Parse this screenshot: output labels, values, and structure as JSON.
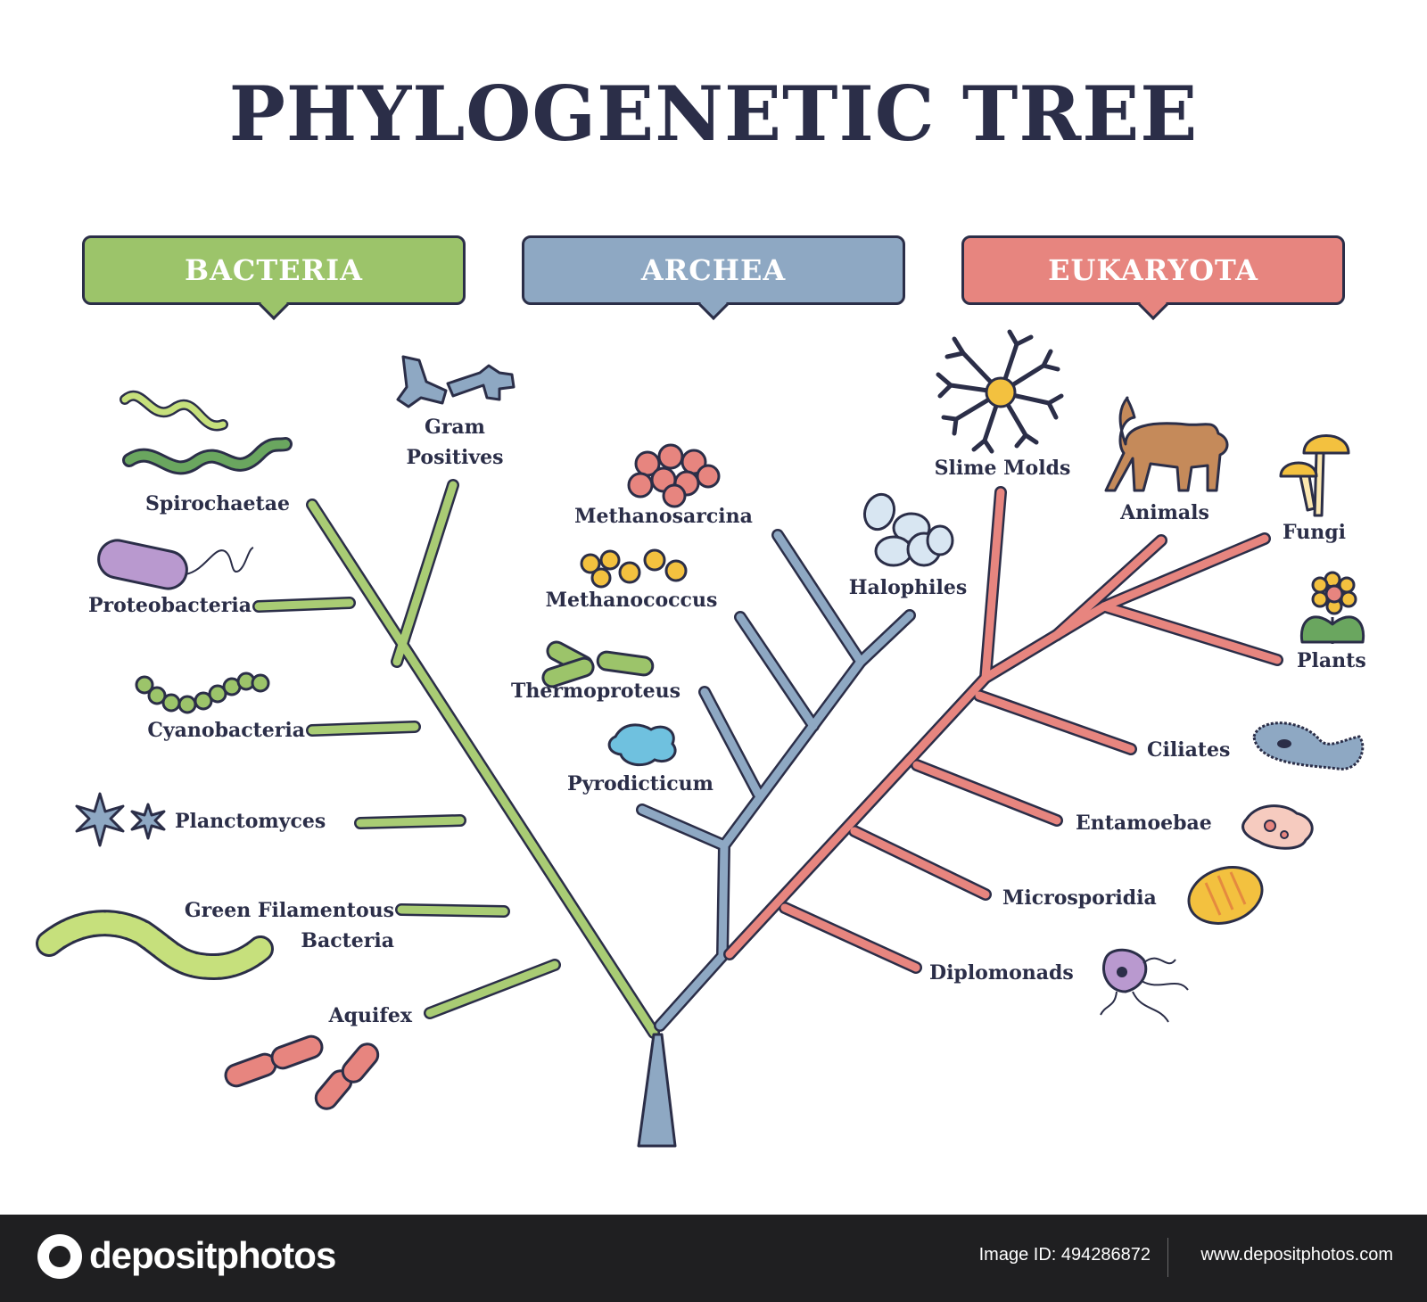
{
  "title": "PHYLOGENETIC TREE",
  "domains": [
    {
      "name": "BACTERIA",
      "color": "#9cc46a"
    },
    {
      "name": "ARCHEA",
      "color": "#8ea8c3"
    },
    {
      "name": "EUKARYOTA",
      "color": "#e7857f"
    }
  ],
  "bacteria": {
    "spirochaetae": "Spirochaetae",
    "gram_positives_1": "Gram",
    "gram_positives_2": "Positives",
    "proteobacteria": "Proteobacteria",
    "cyanobacteria": "Cyanobacteria",
    "planctomyces": "Planctomyces",
    "green_filamentous_1": "Green Filamentous",
    "green_filamentous_2": "Bacteria",
    "aquifex": "Aquifex"
  },
  "archea": {
    "methanosarcina": "Methanosarcina",
    "methanococcus": "Methanococcus",
    "thermoproteus": "Thermoproteus",
    "pyrodicticum": "Pyrodicticum",
    "halophiles": "Halophiles"
  },
  "eukaryota": {
    "slime_molds": "Slime Molds",
    "animals": "Animals",
    "fungi": "Fungi",
    "plants": "Plants",
    "ciliates": "Ciliates",
    "entamoebae": "Entamoebae",
    "microsporidia": "Microsporidia",
    "diplomonads": "Diplomonads"
  },
  "footer": {
    "brand": "depositphotos",
    "image_id": "Image ID: 494286872",
    "url": "www.depositphotos.com"
  },
  "colors": {
    "ink": "#2b2e48",
    "bacteria_branch": "#a9cc74",
    "archea_branch": "#8ea8c3",
    "eukaryota_branch": "#e7857f"
  }
}
